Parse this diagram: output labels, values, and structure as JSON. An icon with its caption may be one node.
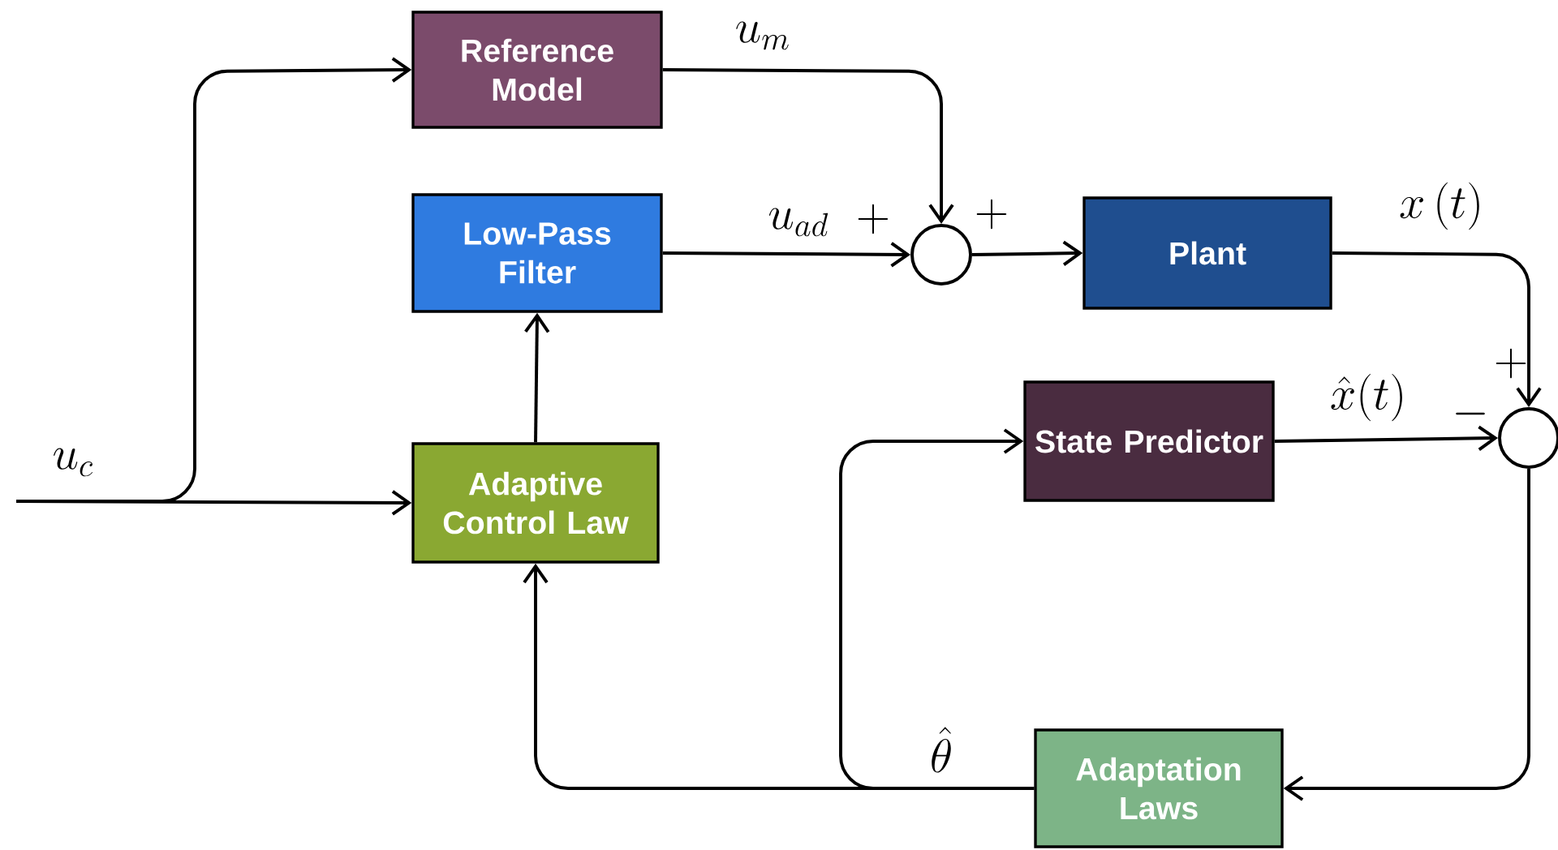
{
  "diagram": {
    "nodes": [
      {
        "text": [
          "Reference Model"
        ]
      },
      {
        "text": [
          "Low-Pass Filter"
        ]
      },
      {
        "text": [
          "Adaptive Control Law"
        ]
      },
      {
        "text": [
          "Plant"
        ]
      },
      {
        "text": [
          "State Predictor"
        ]
      },
      {
        "text": [
          "Adaptation Laws"
        ]
      },
      {
        "text": [],
        "shape": "circle"
      },
      {
        "text": [],
        "shape": "circle"
      }
    ],
    "edges": [
      {
        "from": null,
        "to": 2,
        "arrow": "to",
        "label": "u_c"
      },
      {
        "from": null,
        "to": 0,
        "arrow": "to"
      },
      {
        "from": 0,
        "to": 6,
        "arrow": "to",
        "label": "u_m"
      },
      {
        "from": 1,
        "to": 6,
        "arrow": "to",
        "label": "u_{ad}"
      },
      {
        "from": 6,
        "to": 3,
        "arrow": "to"
      },
      {
        "from": 3,
        "to": 7,
        "arrow": "to",
        "label": "x\\left(t\\right)"
      },
      {
        "from": 4,
        "to": 7,
        "arrow": "to",
        "label": "\\hat{x}(t)"
      },
      {
        "from": 7,
        "to": 5,
        "arrow": "to"
      },
      {
        "from": 5,
        "to": 2,
        "arrow": "to",
        "label": "\\hat{\\theta}"
      },
      {
        "from": 5,
        "to": 4,
        "arrow": "to"
      },
      {
        "from": 2,
        "to": 1,
        "arrow": "to"
      }
    ],
    "labels": [
      "+",
      "+",
      "+",
      "-"
    ]
  }
}
